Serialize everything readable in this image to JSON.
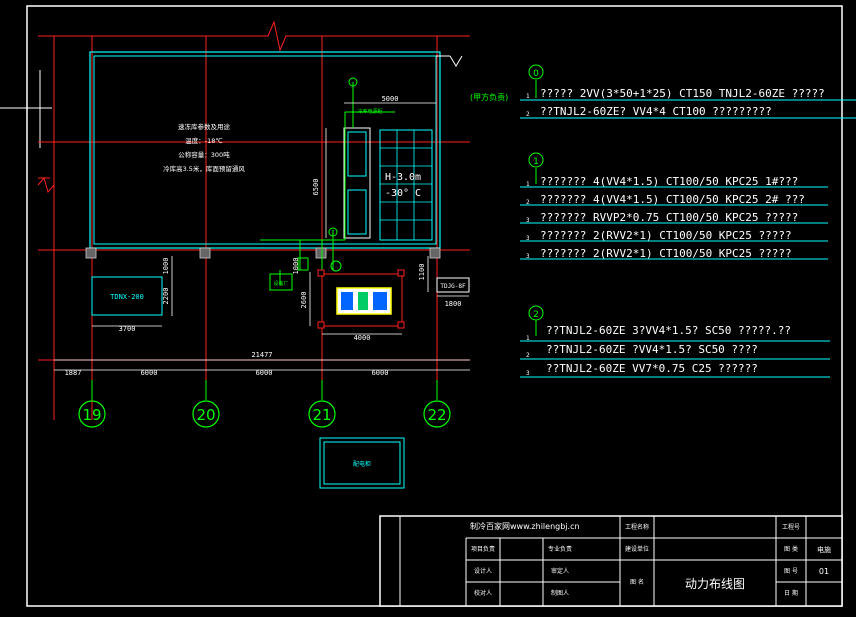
{
  "drawing": {
    "room_notes": [
      "速冻库参数及用途",
      "温度：-18℃",
      "公称容量：300吨",
      "冷库高3.5米，库面预留通风"
    ],
    "room_label_top": "冷库电源柜",
    "evap_label": "H-3.0m",
    "evap_temp": "-30° C",
    "box_left": "TDNX-200",
    "box_mid": "设备厂",
    "box_right": "TDJG-8F",
    "box_bottom": "配电柜",
    "dims": {
      "top": "5000",
      "vert_left": "6500",
      "vert_mid1": "1000",
      "vert_mid2": "2200",
      "vert_mid3": "1000",
      "vert_mid4": "2600",
      "vert_right": "1100",
      "w_left": "3700",
      "w_mid": "4000",
      "w_right": "1800",
      "total": "21477",
      "seg1": "1887",
      "seg2": "6000",
      "seg3": "6000",
      "seg4": "6000"
    },
    "axes": [
      "19",
      "20",
      "21",
      "22"
    ]
  },
  "legend": {
    "owner_label": "(甲方负责)",
    "groups": [
      {
        "mark": "0",
        "rows": [
          {
            "n": "1",
            "text": "????? 2VV(3*50+1*25) CT150  TNJL2-60ZE ?????"
          },
          {
            "n": "2",
            "text": "??TNJL2-60ZE? VV4*4 CT100 ?????????"
          }
        ]
      },
      {
        "mark": "1",
        "rows": [
          {
            "n": "1",
            "text": "??????? 4(VV4*1.5) CT100/50 KPC25 1#???"
          },
          {
            "n": "2",
            "text": "??????? 4(VV4*1.5) CT100/50 KPC25 2# ???"
          },
          {
            "n": "3",
            "text": "??????? RVVP2*0.75 CT100/50 KPC25 ?????"
          },
          {
            "n": "3",
            "text": "??????? 2(RVV2*1) CT100/50 KPC25 ?????"
          },
          {
            "n": "3",
            "text": "??????? 2(RVV2*1) CT100/50 KPC25 ?????"
          }
        ]
      },
      {
        "mark": "2",
        "rows": [
          {
            "n": "1",
            "text": "??TNJL2-60ZE 3?VV4*1.5? SC50    ?????.??"
          },
          {
            "n": "2",
            "text": "??TNJL2-60ZE ?VV4*1.5? SC50    ????"
          },
          {
            "n": "3",
            "text": "??TNJL2-60ZE VV7*0.75 C25    ??????"
          }
        ]
      }
    ]
  },
  "title_block": {
    "company": "制冷百家网www.zhilengbj.cn",
    "project_name_label": "工程名称",
    "project_no_label": "工程号",
    "project_lead": "项目负责",
    "specialty_lead": "专业负责",
    "build_unit": "建设单位",
    "drawing_cat_label": "图 类",
    "drawing_cat_value": "电施",
    "designer": "设计人",
    "reviewer": "审定人",
    "drawing_name_label": "图 名",
    "drawing_title": "动力布线图",
    "drawing_no_label": "图 号",
    "drawing_no_value": "01",
    "checker": "校对人",
    "drafter": "制图人",
    "date_label": "日 期"
  },
  "colors": {
    "background": "#000000",
    "frame": "#ffffff",
    "red": "#ff2020",
    "cyan": "#00ffff",
    "green": "#00ff00",
    "yellow": "#ffff00"
  }
}
